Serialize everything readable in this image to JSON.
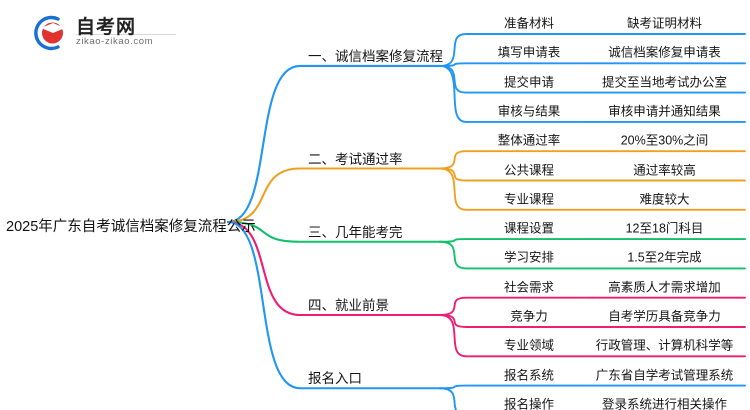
{
  "logo": {
    "brand": "自考网",
    "url": "zikao-zikao.com",
    "mark_icon": "graduation-cap-icon"
  },
  "root": {
    "title": "2025年广东自考诚信档案修复流程公示"
  },
  "colors": {
    "blue": "#2196f3",
    "orange": "#f0a021",
    "green": "#12bf6b",
    "pink": "#ef1d72",
    "blue2": "#2196f3",
    "text": "#151515"
  },
  "branches": [
    {
      "label": "一、诚信档案修复流程",
      "color": "#2196f3",
      "items": [
        {
          "key": "准备材料",
          "value": "缺考证明材料"
        },
        {
          "key": "填写申请表",
          "value": "诚信档案修复申请表"
        },
        {
          "key": "提交申请",
          "value": "提交至当地考试办公室"
        },
        {
          "key": "审核与结果",
          "value": "审核申请并通知结果"
        }
      ]
    },
    {
      "label": "二、考试通过率",
      "color": "#f0a021",
      "items": [
        {
          "key": "整体通过率",
          "value": "20%至30%之间"
        },
        {
          "key": "公共课程",
          "value": "通过率较高"
        },
        {
          "key": "专业课程",
          "value": "难度较大"
        }
      ]
    },
    {
      "label": "三、几年能考完",
      "color": "#12bf6b",
      "items": [
        {
          "key": "课程设置",
          "value": "12至18门科目"
        },
        {
          "key": "学习安排",
          "value": "1.5至2年完成"
        }
      ]
    },
    {
      "label": "四、就业前景",
      "color": "#ef1d72",
      "items": [
        {
          "key": "社会需求",
          "value": "高素质人才需求增加"
        },
        {
          "key": "竞争力",
          "value": "自考学历具备竞争力"
        },
        {
          "key": "专业领域",
          "value": "行政管理、计算机科学等"
        }
      ]
    },
    {
      "label": "报名入口",
      "color": "#2196f3",
      "items": [
        {
          "key": "报名系统",
          "value": "广东省自学考试管理系统"
        },
        {
          "key": "报名操作",
          "value": "登录系统进行相关操作"
        }
      ]
    }
  ]
}
